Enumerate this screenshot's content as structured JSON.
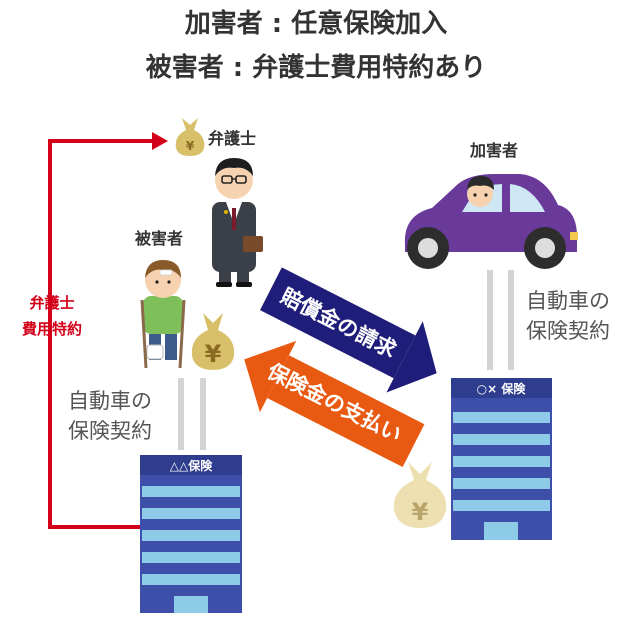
{
  "titles": {
    "line1": "加害者 : 任意保険加入",
    "line2": "被害者 : 弁護士費用特約あり"
  },
  "labels": {
    "lawyer": "弁護士",
    "victim": "被害者",
    "perpetrator": "加害者",
    "lawyer_fee_line1": "弁護士",
    "lawyer_fee_line2": "費用特約",
    "insurance_contract_left_line1": "自動車の",
    "insurance_contract_left_line2": "保険契約",
    "insurance_contract_right_line1": "自動車の",
    "insurance_contract_right_line2": "保険契約",
    "insurer_left_name": "△△保険",
    "insurer_right_name": "○× 保険",
    "arrow_claim": "賠償金の請求",
    "arrow_payment": "保険金の支払い",
    "yen": "¥"
  },
  "colors": {
    "claim_arrow": "#1f1d7a",
    "payment_arrow": "#e85a12",
    "lawyer_fee_line": "#d4001a",
    "building": "#3d4fa8",
    "building_window": "#8ecbe8",
    "car": "#6a3a9a",
    "money_bag": "#d8c06a"
  }
}
